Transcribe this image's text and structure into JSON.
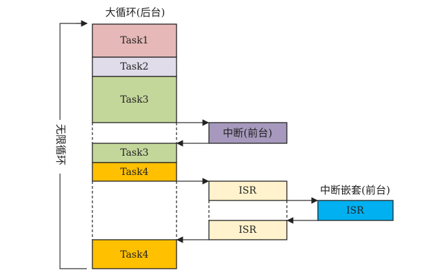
{
  "title": "大循环(后台)",
  "loop_label": "无限循环",
  "interrupt_label": "中断(前台)",
  "nested_label": "中断嵌套(前台)",
  "tasks": {
    "task1": "Task1",
    "task2": "Task2",
    "task3a": "Task3",
    "task3b": "Task3",
    "task4a": "Task4",
    "task4b": "Task4"
  },
  "isr": {
    "first": "ISR",
    "second": "ISR",
    "nested": "ISR"
  },
  "colors": {
    "task1": "#e6b8b7",
    "task2": "#e0dcea",
    "task3": "#c4d79b",
    "task4": "#ffc000",
    "interrupt": "#a799bd",
    "isr": "#fff2cc",
    "nested_isr": "#00b0f0"
  }
}
